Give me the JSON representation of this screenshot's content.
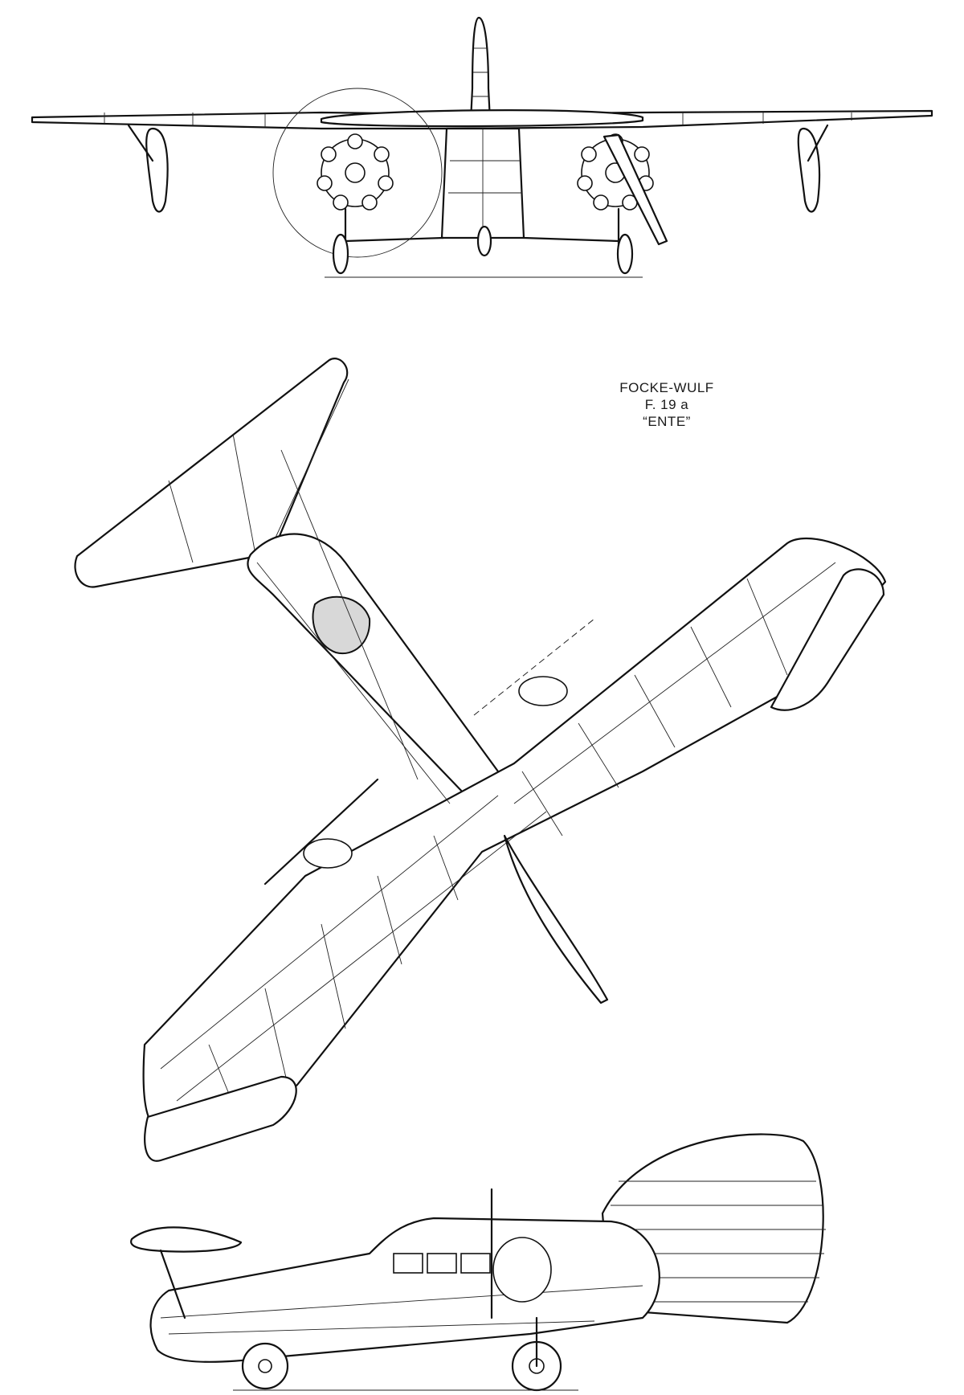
{
  "title": {
    "line1": "FOCKE-WULF",
    "line2": "F. 19 a",
    "line3": "“ENTE”"
  },
  "views": [
    "front-view",
    "top-view",
    "side-view"
  ]
}
